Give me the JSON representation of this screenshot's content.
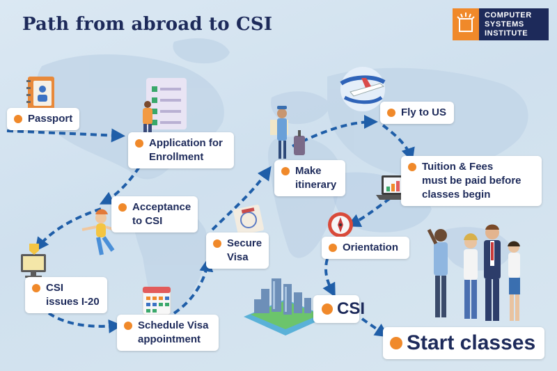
{
  "title": "Path from abroad to CSI",
  "logo": {
    "line1": "COMPUTER",
    "line2": "SYSTEMS",
    "line3": "INSTITUTE"
  },
  "steps": {
    "passport": "Passport",
    "application_l1": "Application for",
    "application_l2": "Enrollment",
    "acceptance_l1": "Acceptance",
    "acceptance_l2": "to CSI",
    "i20_l1": "CSI",
    "i20_l2": "issues I-20",
    "schedule_l1": "Schedule Visa",
    "schedule_l2": "appointment",
    "visa_l1": "Secure",
    "visa_l2": "Visa",
    "itinerary_l1": "Make",
    "itinerary_l2": "itinerary",
    "fly": "Fly to US",
    "tuition_l1": "Tuition & Fees",
    "tuition_l2": "must be paid before",
    "tuition_l3": "classes begin",
    "orientation": "Orientation",
    "csi": "CSI",
    "start": "Start classes"
  },
  "colors": {
    "accent": "#f0892a",
    "navy": "#1d2a5a",
    "arrow": "#1f5ea8"
  },
  "icons": [
    "passport-icon",
    "checklist-icon",
    "person-jump-icon",
    "computer-icon",
    "calendar-icon",
    "visa-stamp-icon",
    "traveler-icon",
    "airplane-icon",
    "laptop-chart-icon",
    "compass-icon",
    "city-icon",
    "students-icon"
  ]
}
